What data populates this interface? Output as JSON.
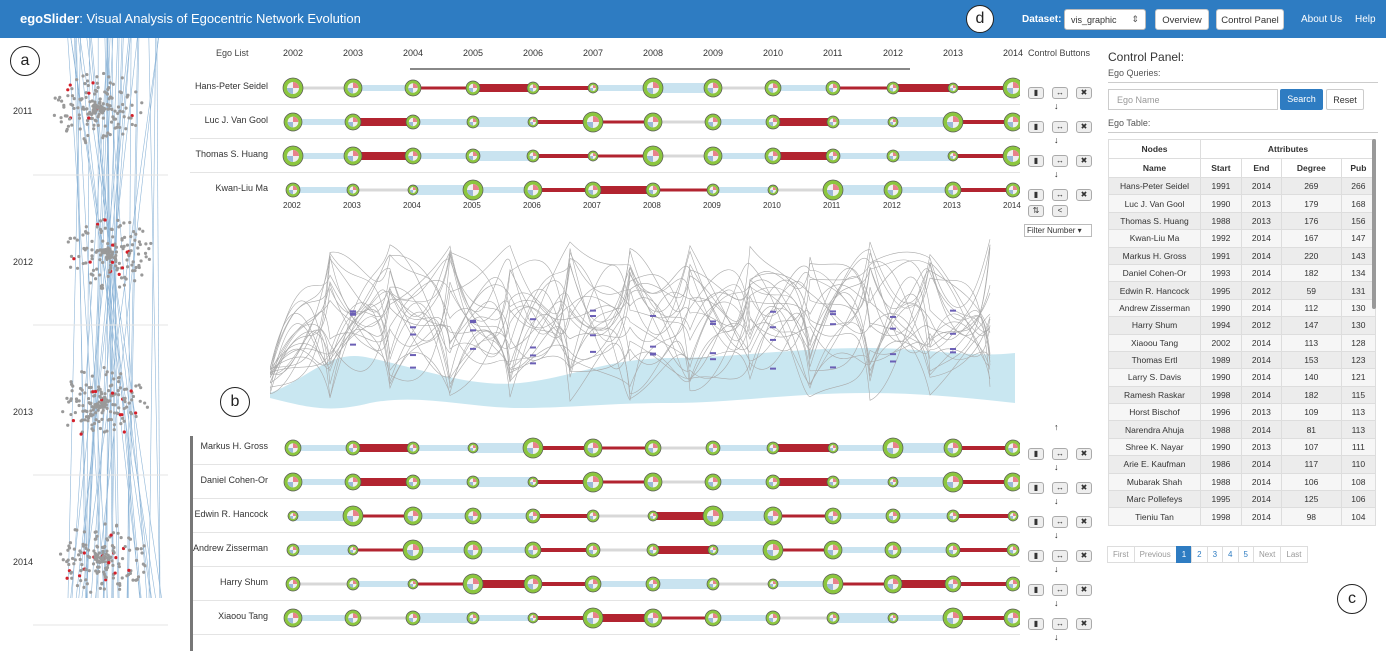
{
  "nav": {
    "brand_bold": "egoSlider",
    "brand_rest": ": Visual Analysis of Egocentric Network Evolution",
    "dataset_label": "Dataset:",
    "dataset_value": "vis_graphic",
    "overview": "Overview",
    "control_panel": "Control Panel",
    "about": "About Us",
    "help": "Help"
  },
  "markers": {
    "a": "a",
    "b": "b",
    "c": "c",
    "d": "d"
  },
  "left": {
    "years": [
      "2011",
      "2012",
      "2013",
      "2014"
    ]
  },
  "mid": {
    "ego_list": "Ego List",
    "years": [
      "2002",
      "2003",
      "2004",
      "2005",
      "2006",
      "2007",
      "2008",
      "2009",
      "2010",
      "2011",
      "2012",
      "2013",
      "2014"
    ],
    "top_rows": [
      "Hans-Peter Seidel",
      "Luc J. Van Gool",
      "Thomas S. Huang",
      "Kwan-Liu Ma"
    ],
    "bottom_rows": [
      "Markus H. Gross",
      "Daniel Cohen-Or",
      "Edwin R. Hancock",
      "Andrew Zisserman",
      "Harry Shum",
      "Xiaoou Tang"
    ]
  },
  "ctrl": {
    "title": "Control Buttons",
    "filter": "Filter Number"
  },
  "panel": {
    "title": "Control Panel:",
    "ego_queries": "Ego Queries:",
    "placeholder": "Ego Name",
    "search": "Search",
    "reset": "Reset",
    "ego_table": "Ego Table:",
    "group_nodes": "Nodes",
    "group_attrs": "Attributes",
    "cols": [
      "Name",
      "Start",
      "End",
      "Degree",
      "Pub"
    ],
    "rows": [
      [
        "Hans-Peter Seidel",
        "1991",
        "2014",
        "269",
        "266"
      ],
      [
        "Luc J. Van Gool",
        "1990",
        "2013",
        "179",
        "168"
      ],
      [
        "Thomas S. Huang",
        "1988",
        "2013",
        "176",
        "156"
      ],
      [
        "Kwan-Liu Ma",
        "1992",
        "2014",
        "167",
        "147"
      ],
      [
        "Markus H. Gross",
        "1991",
        "2014",
        "220",
        "143"
      ],
      [
        "Daniel Cohen-Or",
        "1993",
        "2014",
        "182",
        "134"
      ],
      [
        "Edwin R. Hancock",
        "1995",
        "2012",
        "59",
        "131"
      ],
      [
        "Andrew Zisserman",
        "1990",
        "2014",
        "112",
        "130"
      ],
      [
        "Harry Shum",
        "1994",
        "2012",
        "147",
        "130"
      ],
      [
        "Xiaoou Tang",
        "2002",
        "2014",
        "113",
        "128"
      ],
      [
        "Thomas Ertl",
        "1989",
        "2014",
        "153",
        "123"
      ],
      [
        "Larry S. Davis",
        "1990",
        "2014",
        "140",
        "121"
      ],
      [
        "Ramesh Raskar",
        "1998",
        "2014",
        "182",
        "115"
      ],
      [
        "Horst Bischof",
        "1996",
        "2013",
        "109",
        "113"
      ],
      [
        "Narendra Ahuja",
        "1988",
        "2014",
        "81",
        "113"
      ],
      [
        "Shree K. Nayar",
        "1990",
        "2013",
        "107",
        "111"
      ],
      [
        "Arie E. Kaufman",
        "1986",
        "2014",
        "117",
        "110"
      ],
      [
        "Mubarak Shah",
        "1988",
        "2014",
        "106",
        "108"
      ],
      [
        "Marc Pollefeys",
        "1995",
        "2014",
        "125",
        "106"
      ],
      [
        "Tieniu Tan",
        "1998",
        "2014",
        "98",
        "104"
      ]
    ],
    "pager": [
      "First",
      "Previous",
      "1",
      "2",
      "3",
      "4",
      "5",
      "Next",
      "Last"
    ]
  },
  "colors": {
    "nav": "#2e7cc2",
    "red": "#b22430",
    "lightblue": "#bfe0ef",
    "green": "#8cc63f"
  }
}
